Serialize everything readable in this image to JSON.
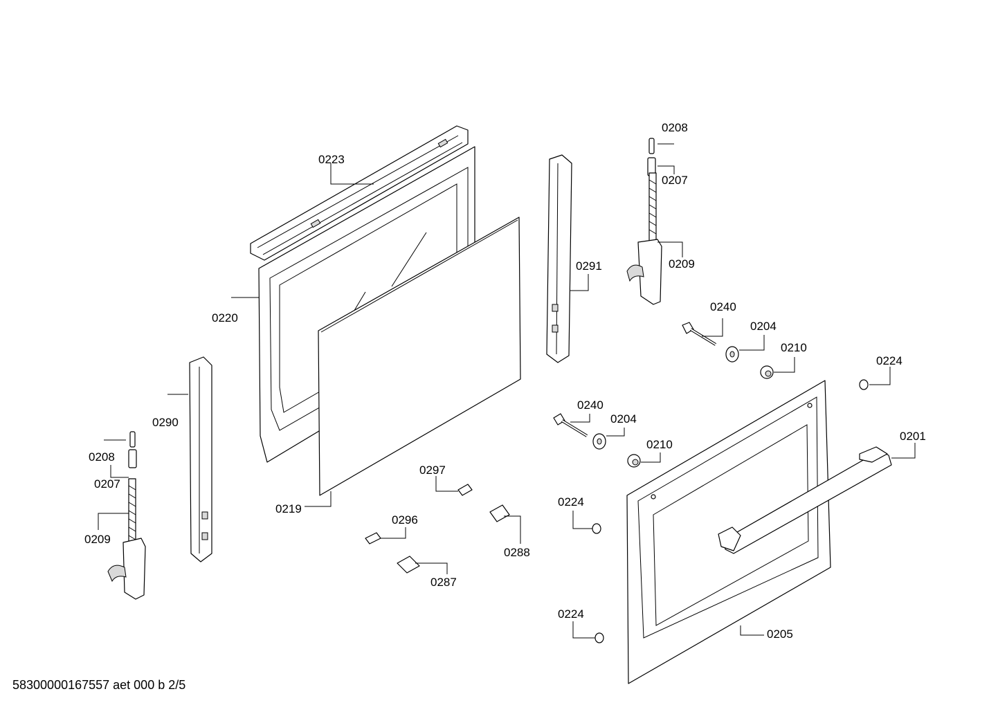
{
  "footer": "58300000167557 aet 000 b 2/5",
  "labels": {
    "l0223": "0223",
    "l0220": "0220",
    "l0219": "0219",
    "l0290": "0290",
    "l0291": "0291",
    "l0208a": "0208",
    "l0207a": "0207",
    "l0209a": "0209",
    "l0240a": "0240",
    "l0204a": "0204",
    "l0210a": "0210",
    "l0224a": "0224",
    "l0240b": "0240",
    "l0204b": "0204",
    "l0210b": "0210",
    "l0201": "0201",
    "l0208b": "0208",
    "l0207b": "0207",
    "l0209b": "0209",
    "l0297": "0297",
    "l0296": "0296",
    "l0288": "0288",
    "l0287": "0287",
    "l0224b": "0224",
    "l0224c": "0224",
    "l0205": "0205"
  }
}
